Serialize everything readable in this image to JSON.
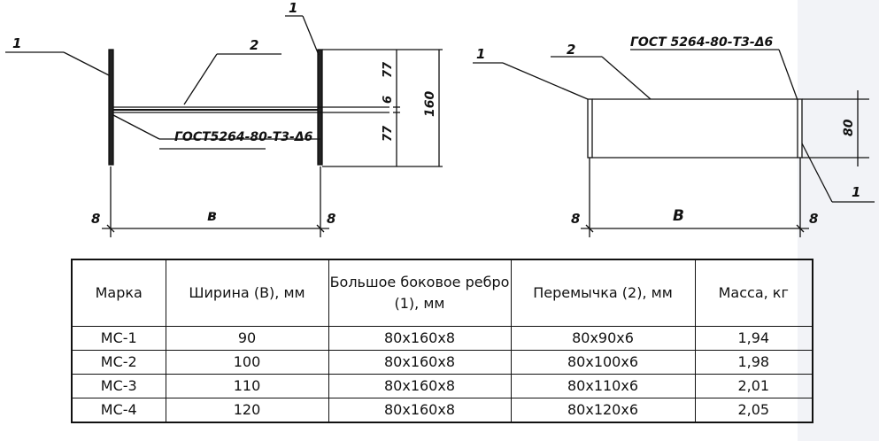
{
  "drawing": {
    "left_view": {
      "callout_1_left": "1",
      "callout_1_right": "1",
      "callout_2": "2",
      "gost_note": "ГОСТ5264-80-Т3-Δ6",
      "dim_77_top": "77",
      "dim_6": "6",
      "dim_77_bottom": "77",
      "dim_160": "160",
      "dim_8_left": "8",
      "dim_width": "в",
      "dim_8_right": "8"
    },
    "right_view": {
      "callout_1_top": "1",
      "callout_2": "2",
      "gost_note": "ГОСТ 5264-80-Т3-Δ6",
      "dim_80": "80",
      "callout_1_bottom": "1",
      "dim_8_left": "8",
      "dim_width": "В",
      "dim_8_right": "8"
    }
  },
  "table": {
    "headers": [
      "Марка",
      "Ширина (В), мм",
      "Большое боковое ребро (1), мм",
      "Перемычка (2), мм",
      "Масса, кг"
    ],
    "rows": [
      [
        "МС-1",
        "90",
        "80х160х8",
        "80х90х6",
        "1,94"
      ],
      [
        "МС-2",
        "100",
        "80х160х8",
        "80х100х6",
        "1,98"
      ],
      [
        "МС-3",
        "110",
        "80х160х8",
        "80х110х6",
        "2,01"
      ],
      [
        "МС-4",
        "120",
        "80х160х8",
        "80х120х6",
        "2,05"
      ]
    ]
  }
}
